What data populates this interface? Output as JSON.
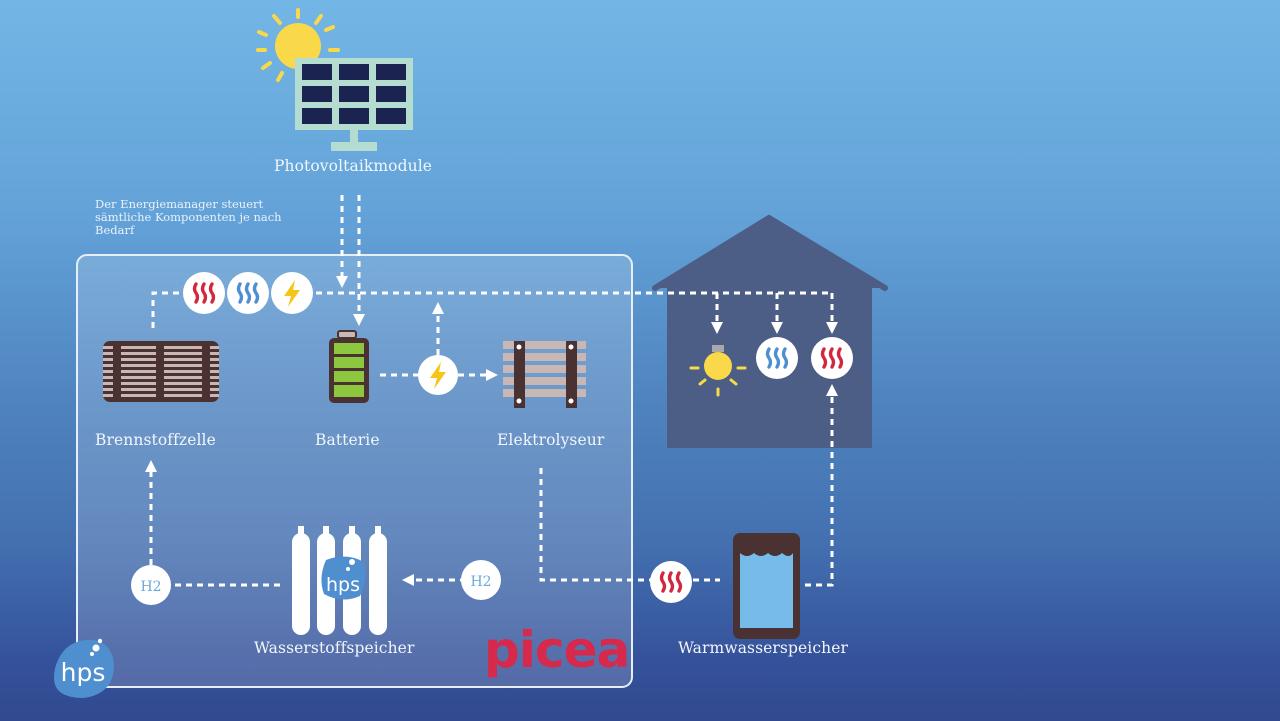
{
  "diagram": {
    "title": "Energiesystem picea",
    "note": "Der Energiemanager steuert sämtliche Komponenten je nach Bedarf",
    "components": {
      "pv": {
        "label": "Photovoltaikmodule",
        "icon": "solar-panel-icon"
      },
      "fuel_cell": {
        "label": "Brennstoffzelle",
        "icon": "fuel-cell-icon"
      },
      "battery": {
        "label": "Batterie",
        "icon": "battery-icon"
      },
      "electrolyser": {
        "label": "Elektrolyseur",
        "icon": "electrolyser-icon"
      },
      "h2_storage": {
        "label": "Wasserstoffspeicher",
        "icon": "hydrogen-tanks-icon"
      },
      "hot_water": {
        "label": "Warmwasserspeicher",
        "icon": "water-tank-icon"
      },
      "house": {
        "label": "",
        "icon": "house-icon"
      }
    },
    "flow_badges": {
      "h2_left": "H2",
      "h2_right": "H2",
      "tank_logo": "hps"
    },
    "brand": {
      "picea": "picea",
      "hps": "hps"
    },
    "colors": {
      "heat": "#d2283f",
      "cold": "#4f8fd0",
      "power": "#f5c518",
      "picea_red": "#d6294b",
      "house": "#4c5e86",
      "device_brown": "#4a3232"
    }
  }
}
